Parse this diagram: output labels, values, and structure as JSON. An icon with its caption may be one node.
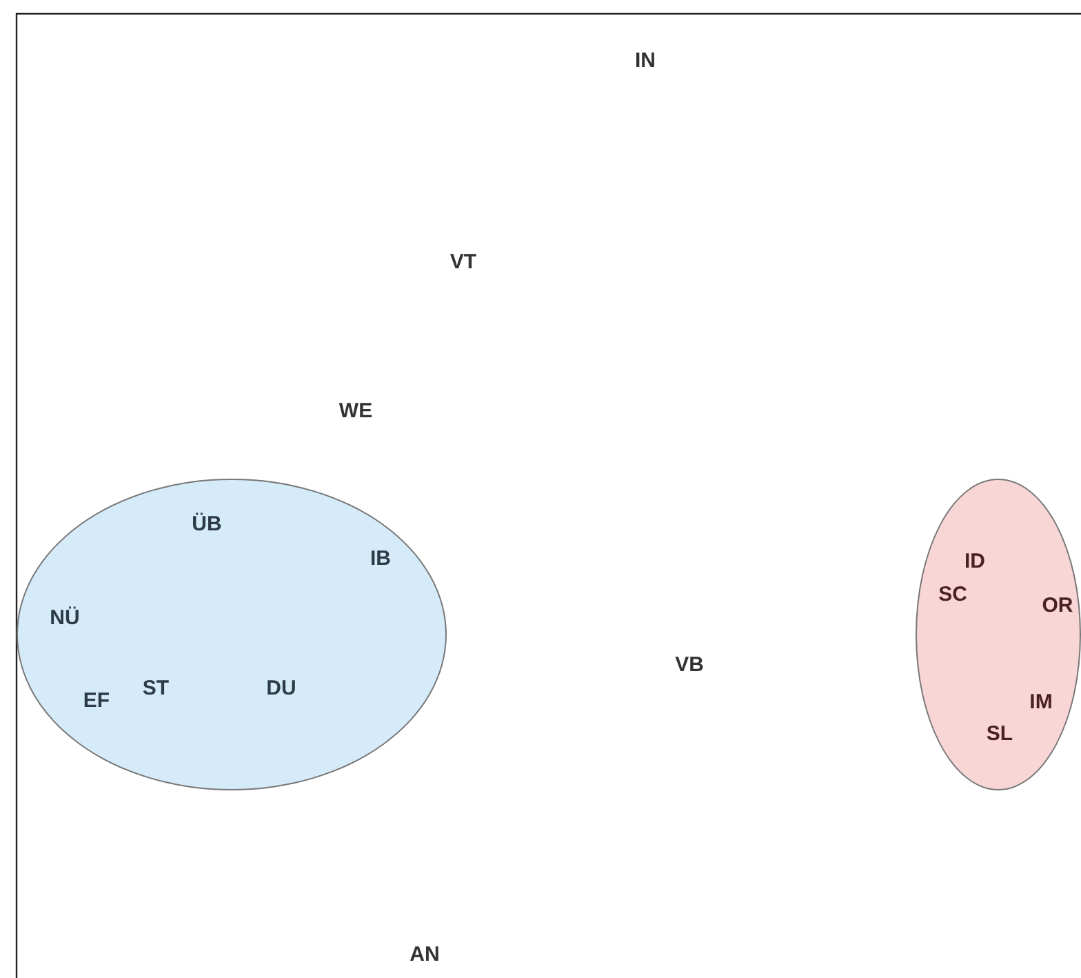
{
  "diagram": {
    "nodes": [
      {
        "text": [
          "ÜB",
          "IB",
          "NÜ",
          "EF",
          "ST",
          "DU"
        ]
      },
      {
        "text": [
          "ID",
          "SC",
          "OR",
          "IM",
          "SL"
        ]
      }
    ],
    "labels": [
      "IN",
      "VT",
      "WE",
      "VB",
      "AN"
    ]
  }
}
